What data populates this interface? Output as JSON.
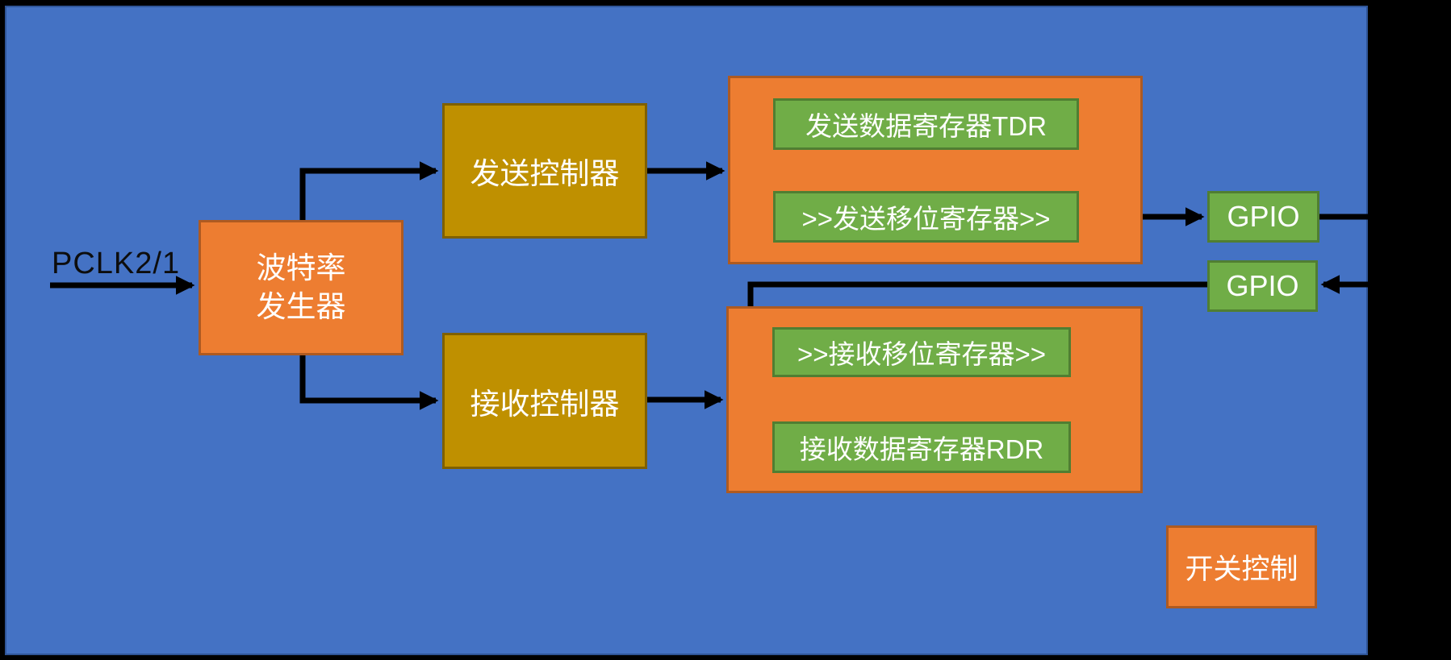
{
  "labels": {
    "pclk": "PCLK2/1"
  },
  "blocks": {
    "baud_line1": "波特率",
    "baud_line2": "发生器",
    "tx_controller": "发送控制器",
    "rx_controller": "接收控制器",
    "tx_data_register": "发送数据寄存器TDR",
    "tx_shift_register": ">>发送移位寄存器>>",
    "rx_shift_register": ">>接收移位寄存器>>",
    "rx_data_register": "接收数据寄存器RDR",
    "gpio_out": "GPIO",
    "gpio_in": "GPIO",
    "switch_control": "开关控制"
  },
  "colors": {
    "frame": "#000000",
    "panel_blue": "#4472C4",
    "panel_border": "#2F5597",
    "orange_fill": "#ED7D31",
    "orange_border": "#AE5A21",
    "gold_fill": "#BF9000",
    "gold_border": "#7F6000",
    "green_fill": "#70AD47",
    "green_border": "#507E32",
    "wire": "#000000",
    "text_on_box": "#FFFFFF",
    "text_label": "#0D0D0D"
  }
}
